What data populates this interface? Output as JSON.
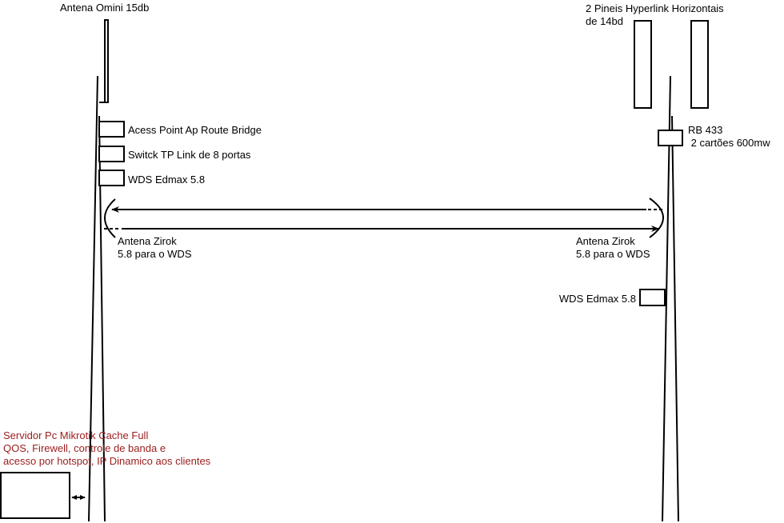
{
  "colors": {
    "line": "#000000",
    "server_text": "#9b1c1c"
  },
  "left_site": {
    "omni_antenna_label": "Antena Omini 15db",
    "devices": [
      {
        "label": "Acess Point Ap Route Bridge"
      },
      {
        "label": "Switck TP Link de 8 portas"
      },
      {
        "label": "WDS Edmax 5.8"
      }
    ],
    "zirok_label_line1": "Antena Zirok",
    "zirok_label_line2": "5.8 para o WDS",
    "server_text": [
      "Servidor Pc Mikrotik Cache Full",
      "QOS, Firewell, controle de banda e",
      "acesso por hotspot, IP Dinamico aos clientes"
    ]
  },
  "right_site": {
    "panels_label_line1": "2 Pineis Hyperlink Horizontais",
    "panels_label_line2": "de 14bd",
    "rb_label_line1": "RB 433",
    "rb_label_line2": " 2 cartões 600mw",
    "zirok_label_line1": "Antena Zirok",
    "zirok_label_line2": "5.8 para o WDS",
    "wds_label": "WDS Edmax 5.8"
  }
}
